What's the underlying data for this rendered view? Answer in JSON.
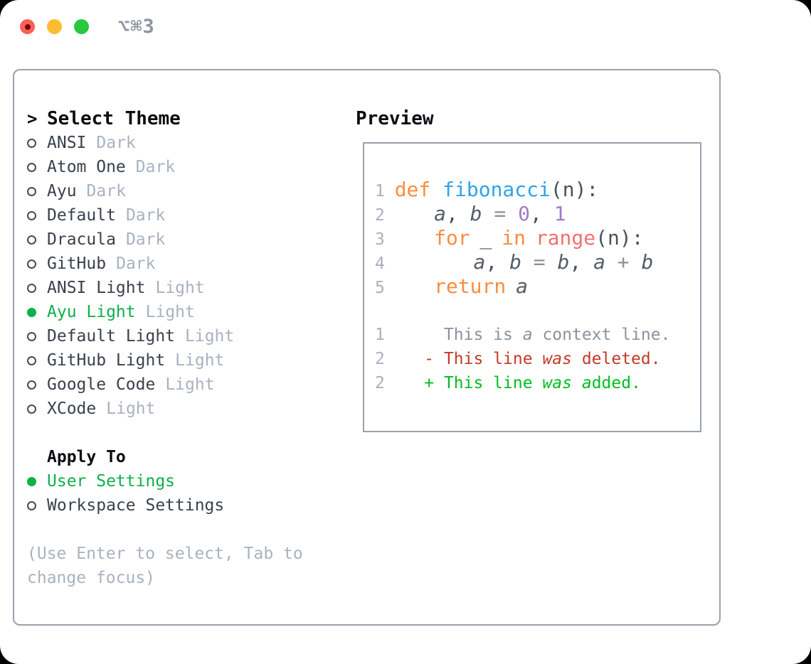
{
  "titlebar": {
    "shortcut": "⌥⌘3",
    "buttons": [
      "close",
      "minimize",
      "zoom"
    ]
  },
  "colors": {
    "window_background": "#ffffff",
    "panel_border": "#99a1ac",
    "selected_green": "#0eb04a",
    "item_text": "#3a414c",
    "muted_text": "#a9b2bf",
    "header_text": "#0b0d11",
    "traffic_red": "#ff5f57",
    "traffic_yellow": "#febc2e",
    "traffic_green": "#28c840",
    "diff_added": "#00bd23",
    "diff_deleted": "#c23a28"
  },
  "sidebar": {
    "prompt": ">",
    "header": "Select Theme",
    "themes": [
      {
        "name": "ANSI",
        "variant": "Dark",
        "selected": false
      },
      {
        "name": "Atom One",
        "variant": "Dark",
        "selected": false
      },
      {
        "name": "Ayu",
        "variant": "Dark",
        "selected": false
      },
      {
        "name": "Default",
        "variant": "Dark",
        "selected": false
      },
      {
        "name": "Dracula",
        "variant": "Dark",
        "selected": false
      },
      {
        "name": "GitHub",
        "variant": "Dark",
        "selected": false
      },
      {
        "name": "ANSI Light",
        "variant": "Light",
        "selected": false
      },
      {
        "name": "Ayu Light",
        "variant": "Light",
        "selected": true
      },
      {
        "name": "Default Light",
        "variant": "Light",
        "selected": false
      },
      {
        "name": "GitHub Light",
        "variant": "Light",
        "selected": false
      },
      {
        "name": "Google Code",
        "variant": "Light",
        "selected": false
      },
      {
        "name": "XCode",
        "variant": "Light",
        "selected": false
      }
    ],
    "apply_to": {
      "label": "Apply To",
      "options": [
        {
          "name": "User Settings",
          "selected": true
        },
        {
          "name": "Workspace Settings",
          "selected": false
        }
      ]
    },
    "hint": [
      "(Use Enter to select, Tab to",
      "change focus)"
    ]
  },
  "preview": {
    "label": "Preview",
    "styles": {
      "ln": {
        "color": "#a9b0bd"
      },
      "sp": {
        "color": "#4a515c"
      },
      "pl": {
        "color": "#4a515c"
      },
      "kw": {
        "color": "#fa8d3e"
      },
      "fn": {
        "color": "#2fa3e8"
      },
      "id": {
        "color": "#555d66",
        "italic": true
      },
      "op": {
        "color": "#8a919c"
      },
      "num": {
        "color": "#a37acc"
      },
      "call": {
        "color": "#f0716f"
      },
      "ctx": {
        "color": "#8b929d"
      },
      "ctxi": {
        "color": "#8b929d",
        "italic": true
      },
      "del": {
        "color": "#c23a28"
      },
      "deli": {
        "color": "#c23a28",
        "italic": true
      },
      "add": {
        "color": "#00bd23"
      },
      "addi": {
        "color": "#00bd23",
        "italic": true
      }
    },
    "lines": [
      {
        "kind": "py",
        "segments": [
          [
            "1 ",
            "ln"
          ],
          [
            "def ",
            "kw"
          ],
          [
            "fibonacci",
            "fn"
          ],
          [
            "(n):",
            "pl"
          ]
        ]
      },
      {
        "kind": "py",
        "segments": [
          [
            "2 ",
            "ln"
          ],
          [
            "    ",
            "sp"
          ],
          [
            "a",
            "id"
          ],
          [
            ", ",
            "pl"
          ],
          [
            "b",
            "id"
          ],
          [
            " = ",
            "op"
          ],
          [
            "0",
            "num"
          ],
          [
            ", ",
            "pl"
          ],
          [
            "1",
            "num"
          ]
        ]
      },
      {
        "kind": "py",
        "segments": [
          [
            "3 ",
            "ln"
          ],
          [
            "    ",
            "sp"
          ],
          [
            "for",
            "kw"
          ],
          [
            " ",
            "sp"
          ],
          [
            "_",
            "pl"
          ],
          [
            " ",
            "sp"
          ],
          [
            "in",
            "kw"
          ],
          [
            " ",
            "sp"
          ],
          [
            "range",
            "call"
          ],
          [
            "(n):",
            "pl"
          ]
        ]
      },
      {
        "kind": "py",
        "segments": [
          [
            "4 ",
            "ln"
          ],
          [
            "        ",
            "sp"
          ],
          [
            "a",
            "id"
          ],
          [
            ", ",
            "pl"
          ],
          [
            "b",
            "id"
          ],
          [
            " = ",
            "op"
          ],
          [
            "b",
            "id"
          ],
          [
            ", ",
            "pl"
          ],
          [
            "a",
            "id"
          ],
          [
            " + ",
            "op"
          ],
          [
            "b",
            "id"
          ]
        ]
      },
      {
        "kind": "py",
        "segments": [
          [
            "5 ",
            "ln"
          ],
          [
            "    ",
            "sp"
          ],
          [
            "return",
            "kw"
          ],
          [
            " ",
            "sp"
          ],
          [
            "a",
            "id"
          ]
        ]
      },
      {
        "kind": "blank",
        "segments": []
      },
      {
        "kind": "diff",
        "segments": [
          [
            "1 ",
            "ln"
          ],
          [
            "     ",
            "sp"
          ],
          [
            "This is ",
            "ctx"
          ],
          [
            "a",
            "ctxi"
          ],
          [
            " context line.",
            "ctx"
          ]
        ]
      },
      {
        "kind": "diff",
        "segments": [
          [
            "2 ",
            "ln"
          ],
          [
            "   ",
            "sp"
          ],
          [
            "- This line ",
            "del"
          ],
          [
            "was",
            "deli"
          ],
          [
            " deleted.",
            "del"
          ]
        ]
      },
      {
        "kind": "diff",
        "segments": [
          [
            "2 ",
            "ln"
          ],
          [
            "   ",
            "sp"
          ],
          [
            "+ This line ",
            "add"
          ],
          [
            "was",
            "addi"
          ],
          [
            " ",
            "add"
          ],
          [
            "a",
            "addi"
          ],
          [
            "dded.",
            "add"
          ]
        ]
      }
    ]
  }
}
